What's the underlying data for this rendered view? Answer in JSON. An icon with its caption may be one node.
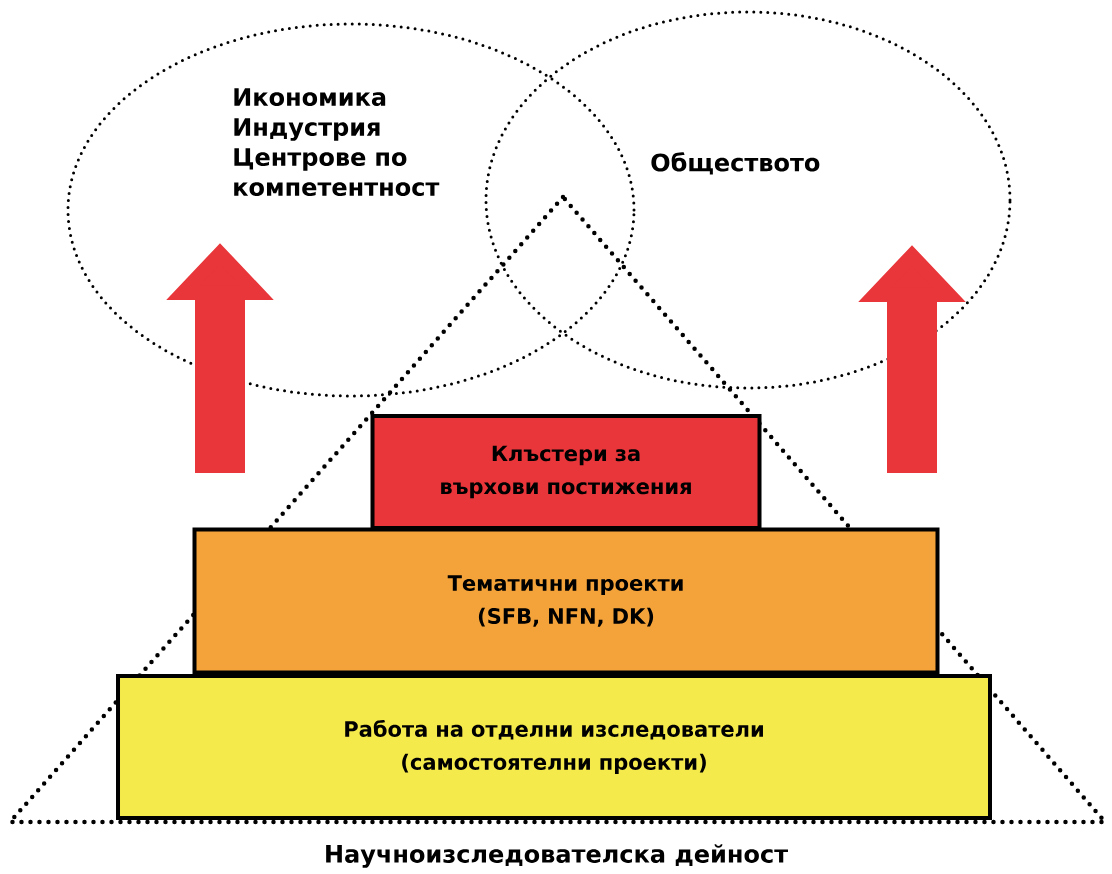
{
  "diagram": {
    "nodes": [
      {
        "text": [
          "Икономика",
          "Индустрия",
          "Центрове по компетентност"
        ]
      },
      {
        "text": [
          "Обществото"
        ]
      },
      {
        "text": [
          "Научноизследователска дейност"
        ]
      },
      {
        "text": [
          "Клъстери за върхови постижения"
        ],
        "in": 2
      },
      {
        "text": [
          "Тематични проекти (SFB, NFN, DK)"
        ],
        "in": 2
      },
      {
        "text": [
          "Работа на отделни изследователи (самостоятелни проекти)"
        ],
        "in": 2
      }
    ],
    "edges": [
      {
        "from": null,
        "to": 0,
        "arrow": "to",
        "color": "#e8363a"
      },
      {
        "from": null,
        "to": 1,
        "arrow": "to",
        "color": "#e8363a"
      }
    ]
  }
}
